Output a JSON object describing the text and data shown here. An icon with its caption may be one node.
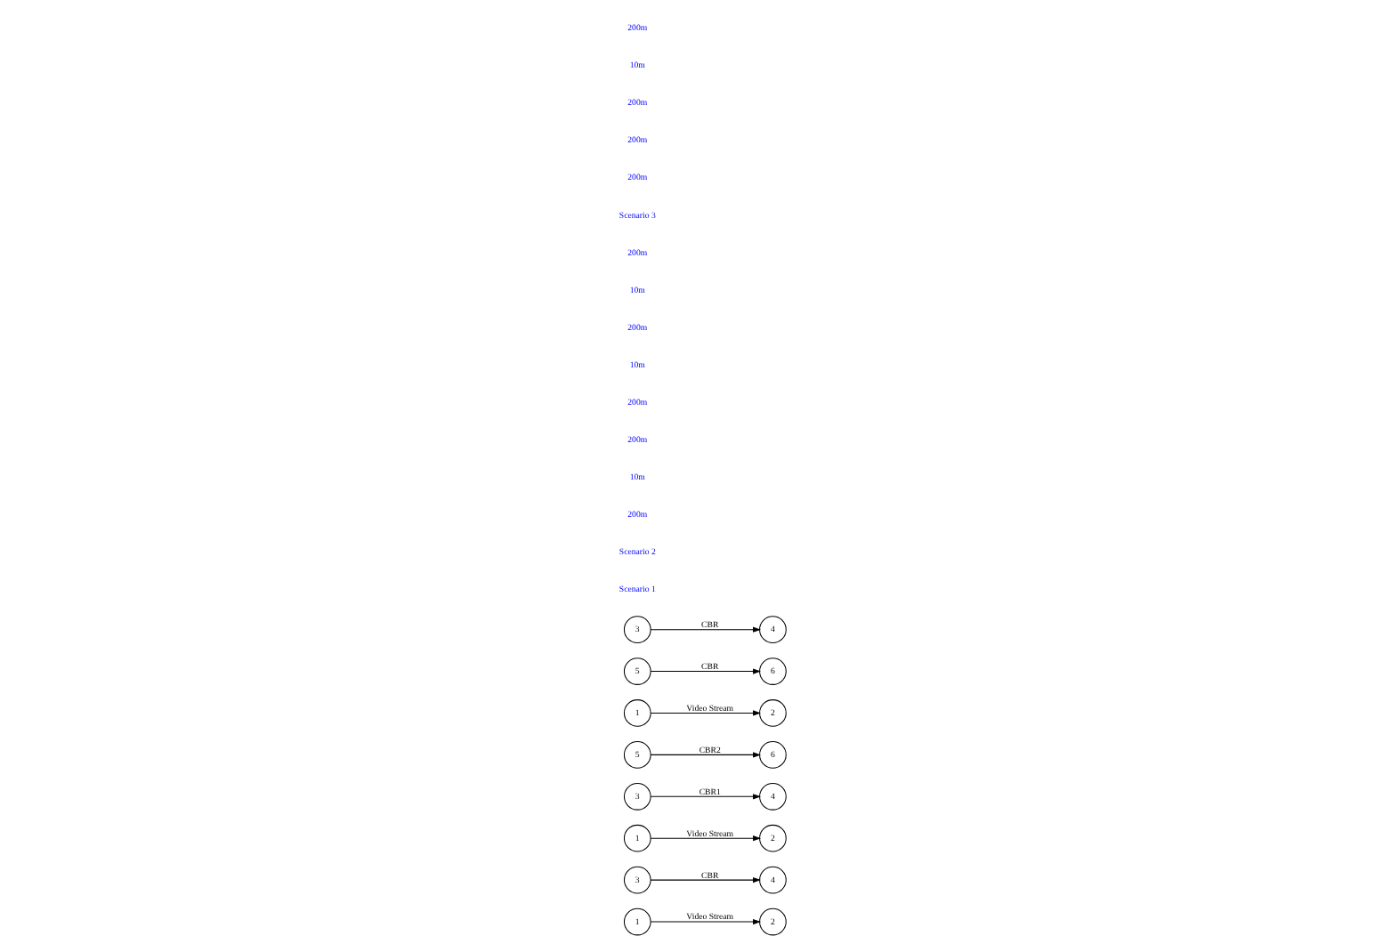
{
  "diagram": {
    "nodes": [
      {
        "text": [
          "1"
        ]
      },
      {
        "text": [
          "2"
        ]
      },
      {
        "text": [
          "3"
        ]
      },
      {
        "text": [
          "4"
        ]
      },
      {
        "text": [
          "1"
        ]
      },
      {
        "text": [
          "2"
        ]
      },
      {
        "text": [
          "3"
        ]
      },
      {
        "text": [
          "4"
        ]
      },
      {
        "text": [
          "5"
        ]
      },
      {
        "text": [
          "6"
        ]
      },
      {
        "text": [
          "1"
        ]
      },
      {
        "text": [
          "2"
        ]
      },
      {
        "text": [
          "5"
        ]
      },
      {
        "text": [
          "6"
        ]
      },
      {
        "text": [
          "3"
        ]
      },
      {
        "text": [
          "4"
        ]
      }
    ],
    "edges": [
      {
        "from": 0,
        "to": 1,
        "arrow": "to",
        "label": "Video Stream"
      },
      {
        "from": 2,
        "to": 3,
        "arrow": "to",
        "label": "CBR"
      },
      {
        "from": 4,
        "to": 5,
        "arrow": "to",
        "label": "Video Stream"
      },
      {
        "from": 6,
        "to": 7,
        "arrow": "to",
        "label": "CBR1"
      },
      {
        "from": 8,
        "to": 9,
        "arrow": "to",
        "label": "CBR2"
      },
      {
        "from": 10,
        "to": 11,
        "arrow": "to",
        "label": "Video Stream"
      },
      {
        "from": 12,
        "to": 13,
        "arrow": "to",
        "label": "CBR"
      },
      {
        "from": 14,
        "to": 15,
        "arrow": "to",
        "label": "CBR"
      }
    ],
    "labels": [
      "Scenario 1",
      "Scenario 2",
      "200m",
      "10m",
      "200m",
      "200m",
      "10m",
      "200m",
      "10m",
      "200m",
      "Scenario 3",
      "200m",
      "200m",
      "200m",
      "10m",
      "200m"
    ]
  }
}
